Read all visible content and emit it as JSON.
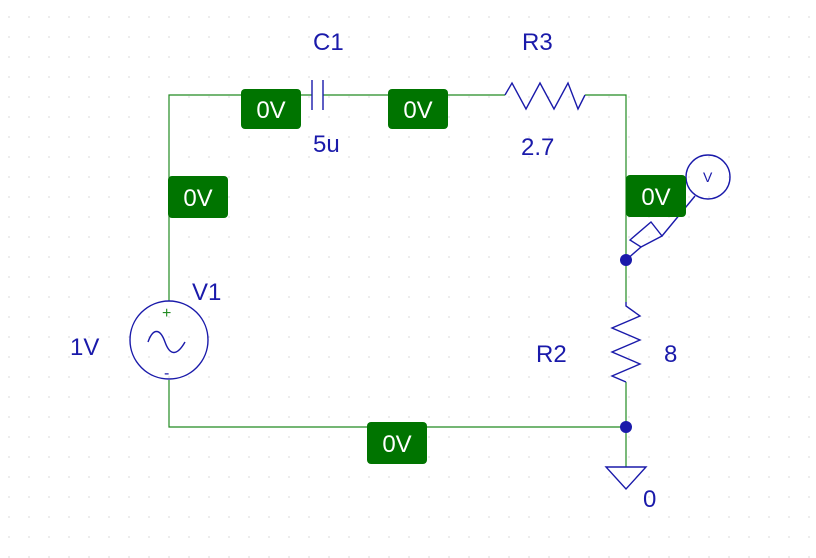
{
  "components": {
    "c1": {
      "name": "C1",
      "value": "5u"
    },
    "r3": {
      "name": "R3",
      "value": "2.7"
    },
    "r2": {
      "name": "R2",
      "value": "8"
    },
    "v1": {
      "name": "V1",
      "value": "1V",
      "plus": "+",
      "minus": "-"
    }
  },
  "voltage_markers": [
    "0V",
    "0V",
    "0V",
    "0V",
    "0V"
  ],
  "probe": {
    "label": "V"
  },
  "ground": {
    "label": "0"
  },
  "colors": {
    "wire": "#228b22",
    "component": "#1a1aaa",
    "marker": "#007400",
    "marker_text": "#ffffff"
  }
}
